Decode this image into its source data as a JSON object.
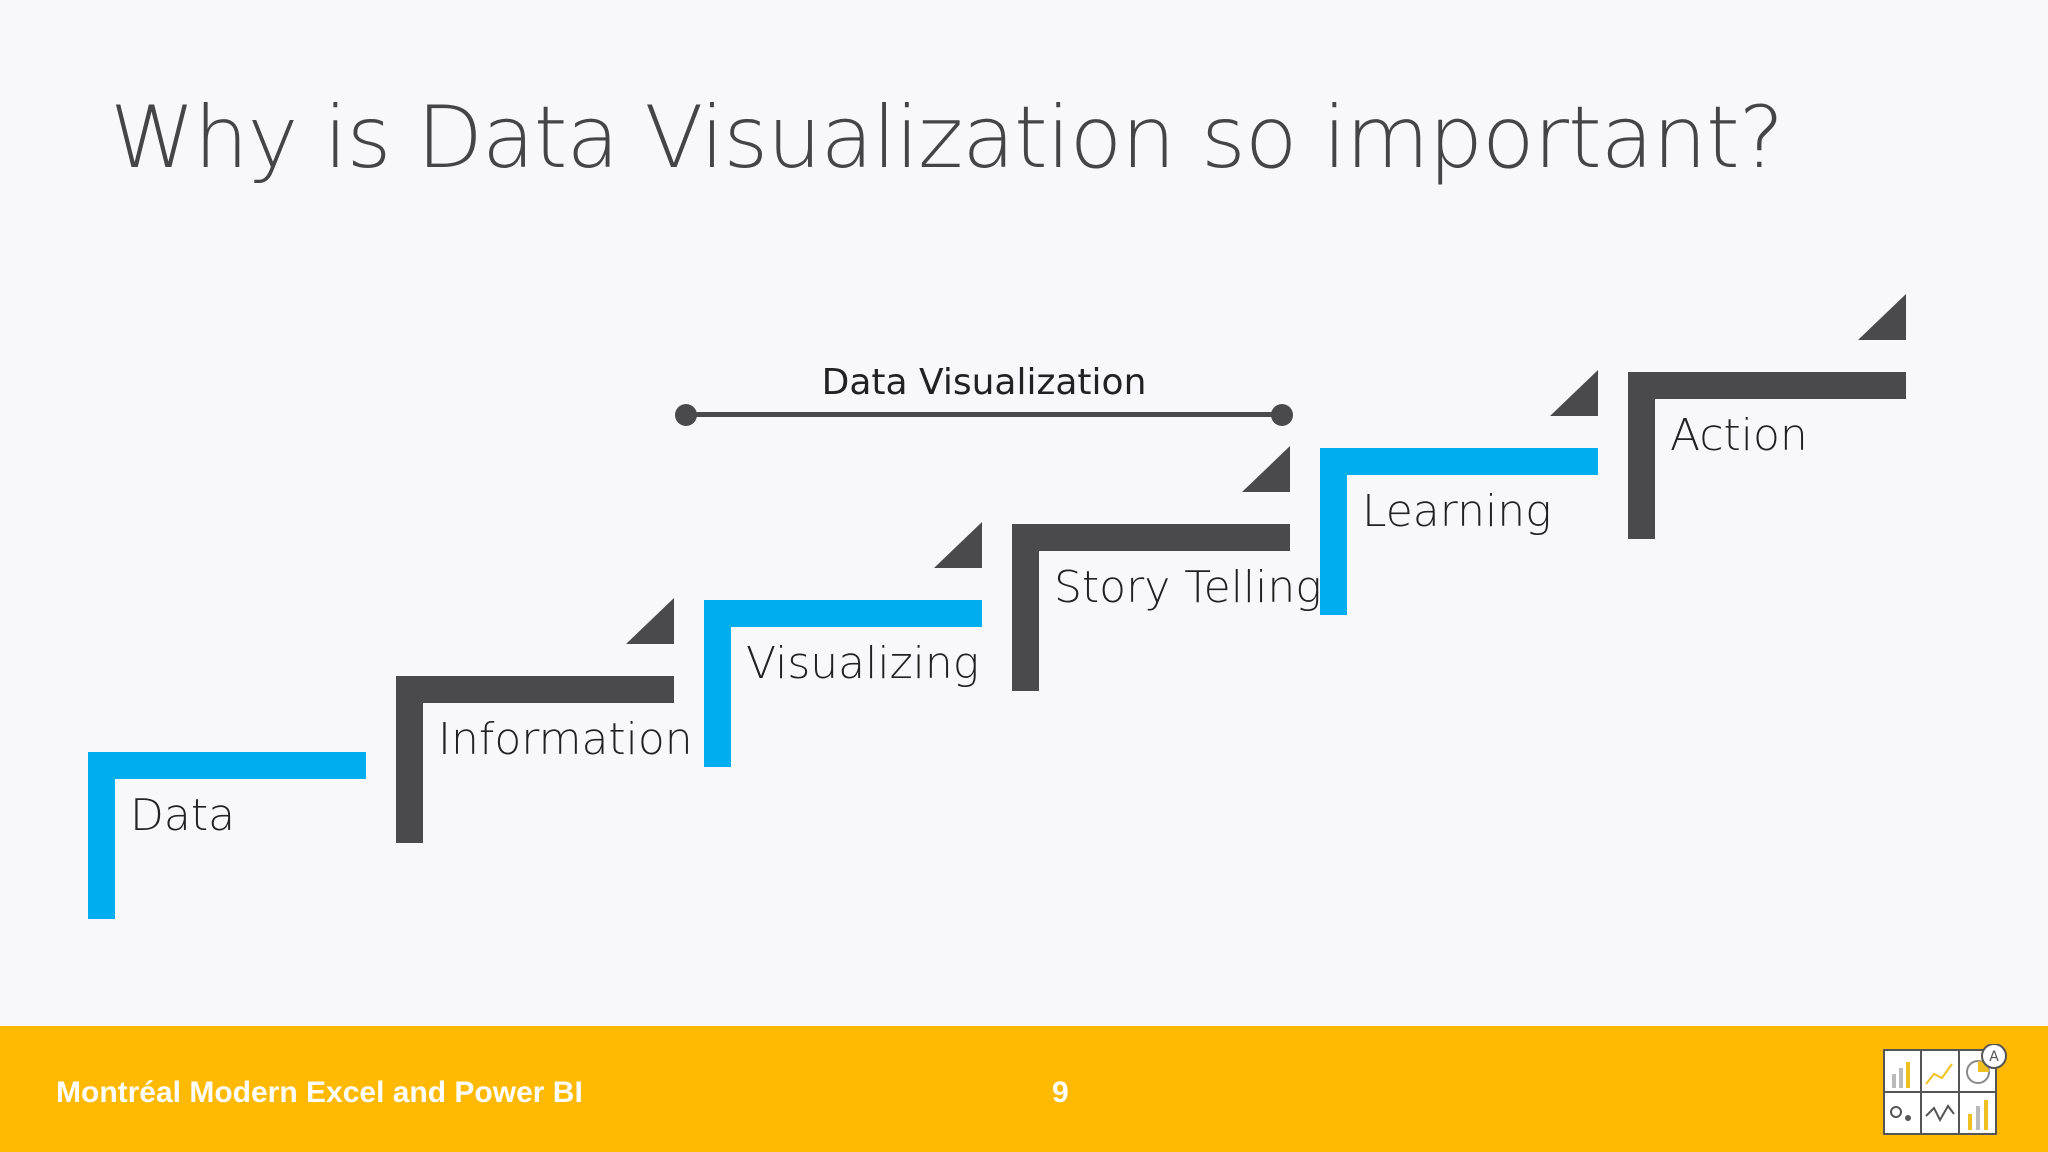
{
  "slide": {
    "title": "Why is Data Visualization so important?",
    "range_label": "Data Visualization"
  },
  "steps": [
    {
      "label": "Data",
      "color": "#00aeef"
    },
    {
      "label": "Information",
      "color": "#4a4a4c"
    },
    {
      "label": "Visualizing",
      "color": "#00aeef"
    },
    {
      "label": "Story Telling",
      "color": "#4a4a4c"
    },
    {
      "label": "Learning",
      "color": "#00aeef"
    },
    {
      "label": "Action",
      "color": "#4a4a4c"
    }
  ],
  "footer": {
    "text": "Montréal Modern Excel and Power BI",
    "page_number": "9",
    "background_color": "#ffb900"
  },
  "logo": {
    "icon": "chart-grid-logo-icon"
  }
}
